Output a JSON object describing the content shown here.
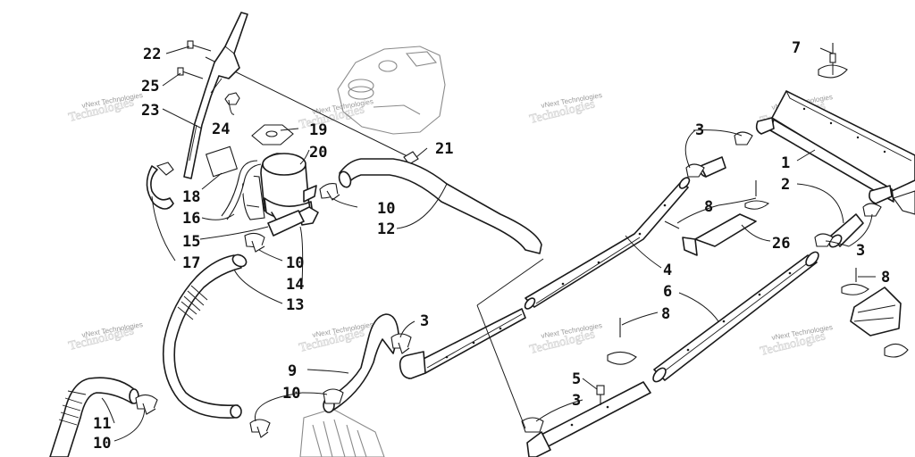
{
  "watermarks": {
    "text": "vNext Technologies",
    "text_large": "Technologies"
  },
  "callouts": {
    "p22": "22",
    "p25": "25",
    "p23": "23",
    "p24": "24",
    "p19": "19",
    "p20": "20",
    "p21": "21",
    "p18": "18",
    "p16": "16",
    "p15": "15",
    "p17": "17",
    "p10_upper": "10",
    "p12": "12",
    "p10_mid": "10",
    "p14": "14",
    "p13": "13",
    "p3_top": "3",
    "p7": "7",
    "p1": "1",
    "p2": "2",
    "p8_upper": "8",
    "p26": "26",
    "p3_right": "3",
    "p4": "4",
    "p6": "6",
    "p8_right": "8",
    "p8_mid": "8",
    "p3_mid": "3",
    "p9": "9",
    "p10_lower": "10",
    "p5": "5",
    "p3_low": "3",
    "p11": "11",
    "p10_bottom": "10"
  }
}
